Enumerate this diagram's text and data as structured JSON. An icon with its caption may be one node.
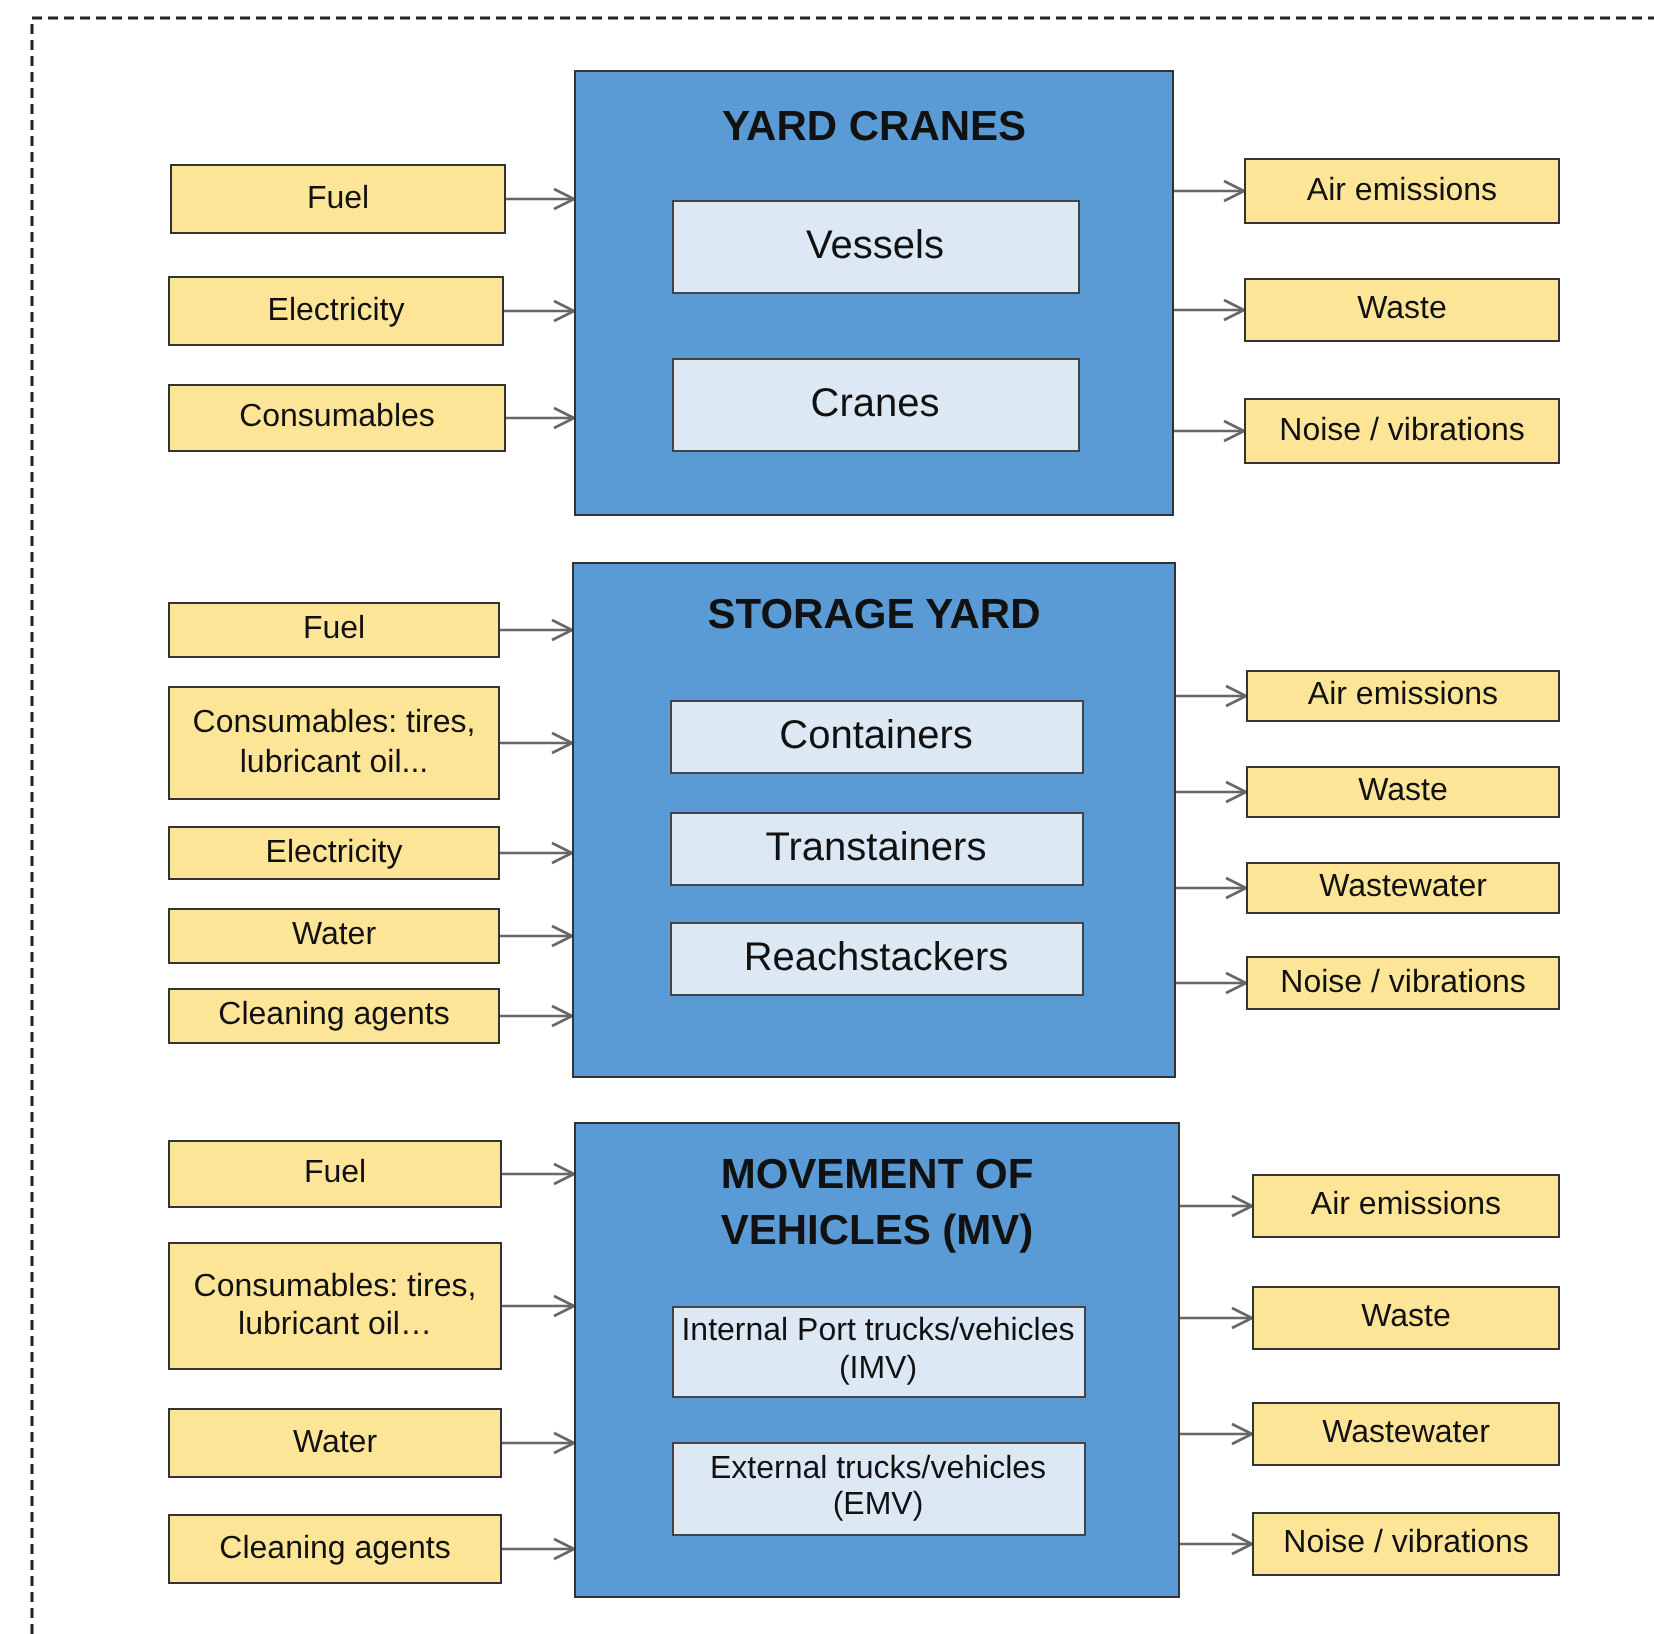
{
  "diagram": {
    "nodes": [
      {
        "text": [
          "YARD CRANES"
        ]
      },
      {
        "text": [
          "Vessels"
        ],
        "in": 0
      },
      {
        "text": [
          "Cranes"
        ],
        "in": 0
      },
      {
        "text": [
          "Fuel"
        ]
      },
      {
        "text": [
          "Electricity"
        ]
      },
      {
        "text": [
          "Consumables"
        ]
      },
      {
        "text": [
          "Air emissions"
        ]
      },
      {
        "text": [
          "Waste"
        ]
      },
      {
        "text": [
          "Noise / vibrations"
        ]
      },
      {
        "text": [
          "STORAGE YARD"
        ]
      },
      {
        "text": [
          "Containers"
        ],
        "in": 9
      },
      {
        "text": [
          "Transtainers"
        ],
        "in": 9
      },
      {
        "text": [
          "Reachstackers"
        ],
        "in": 9
      },
      {
        "text": [
          "Fuel"
        ]
      },
      {
        "text": [
          "Consumables: tires, lubricant oil..."
        ]
      },
      {
        "text": [
          "Electricity"
        ]
      },
      {
        "text": [
          "Water"
        ]
      },
      {
        "text": [
          "Cleaning agents"
        ]
      },
      {
        "text": [
          "Air emissions"
        ]
      },
      {
        "text": [
          "Waste"
        ]
      },
      {
        "text": [
          "Wastewater"
        ]
      },
      {
        "text": [
          "Noise / vibrations"
        ]
      },
      {
        "text": [
          "MOVEMENT OF VEHICLES (MV)"
        ]
      },
      {
        "text": [
          "Internal Port trucks/vehicles (IMV)"
        ],
        "in": 22
      },
      {
        "text": [
          "External trucks/vehicles (EMV)"
        ],
        "in": 22
      },
      {
        "text": [
          "Fuel"
        ]
      },
      {
        "text": [
          "Consumables: tires, lubricant oil…"
        ]
      },
      {
        "text": [
          "Water"
        ]
      },
      {
        "text": [
          "Cleaning agents"
        ]
      },
      {
        "text": [
          "Air emissions"
        ]
      },
      {
        "text": [
          "Waste"
        ]
      },
      {
        "text": [
          "Wastewater"
        ]
      },
      {
        "text": [
          "Noise / vibrations"
        ]
      }
    ],
    "edges": [
      {
        "from": 3,
        "to": 0,
        "arrow": "to"
      },
      {
        "from": 4,
        "to": 0,
        "arrow": "to"
      },
      {
        "from": 5,
        "to": 0,
        "arrow": "to"
      },
      {
        "from": 0,
        "to": 6,
        "arrow": "to"
      },
      {
        "from": 0,
        "to": 7,
        "arrow": "to"
      },
      {
        "from": 0,
        "to": 8,
        "arrow": "to"
      },
      {
        "from": 13,
        "to": 9,
        "arrow": "to"
      },
      {
        "from": 14,
        "to": 9,
        "arrow": "to"
      },
      {
        "from": 15,
        "to": 9,
        "arrow": "to"
      },
      {
        "from": 16,
        "to": 9,
        "arrow": "to"
      },
      {
        "from": 17,
        "to": 9,
        "arrow": "to"
      },
      {
        "from": 9,
        "to": 18,
        "arrow": "to"
      },
      {
        "from": 9,
        "to": 19,
        "arrow": "to"
      },
      {
        "from": 9,
        "to": 20,
        "arrow": "to"
      },
      {
        "from": 9,
        "to": 21,
        "arrow": "to"
      },
      {
        "from": 25,
        "to": 22,
        "arrow": "to"
      },
      {
        "from": 26,
        "to": 22,
        "arrow": "to"
      },
      {
        "from": 27,
        "to": 22,
        "arrow": "to"
      },
      {
        "from": 28,
        "to": 22,
        "arrow": "to"
      },
      {
        "from": 22,
        "to": 29,
        "arrow": "to"
      },
      {
        "from": 22,
        "to": 30,
        "arrow": "to"
      },
      {
        "from": 22,
        "to": 31,
        "arrow": "to"
      },
      {
        "from": 22,
        "to": 32,
        "arrow": "to"
      }
    ]
  }
}
